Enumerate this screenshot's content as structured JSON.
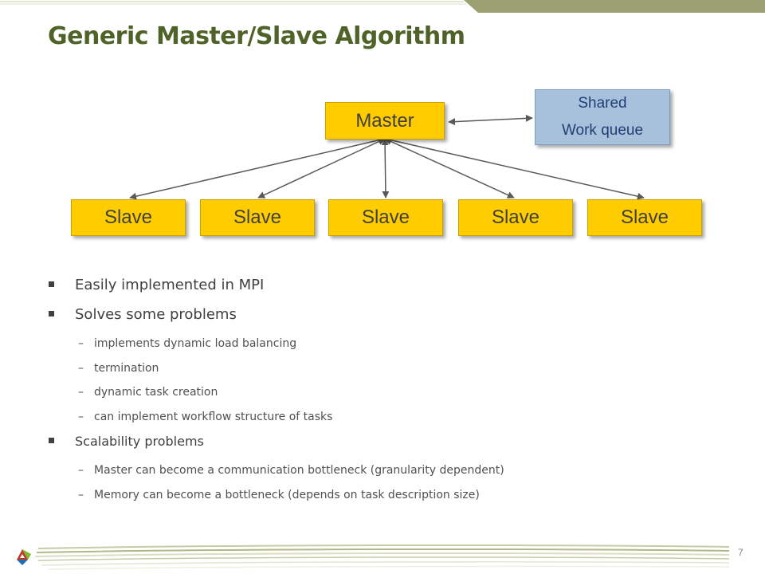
{
  "slide": {
    "title": "Generic Master/Slave Algorithm",
    "page_number": "7"
  },
  "diagram": {
    "master_label": "Master",
    "queue_line1": "Shared",
    "queue_line2": "Work queue",
    "slaves": [
      "Slave",
      "Slave",
      "Slave",
      "Slave",
      "Slave"
    ],
    "colors": {
      "node_fill": "#ffcc00",
      "queue_fill": "#a7c1dd",
      "arrow": "#595959"
    }
  },
  "bullets": [
    {
      "text": "Easily implemented in MPI",
      "sub": []
    },
    {
      "text": "Solves some problems",
      "sub": [
        "implements dynamic load balancing",
        "termination",
        "dynamic task creation",
        "can implement workflow structure of tasks"
      ]
    },
    {
      "text": "Scalability problems",
      "sub": [
        "Master can become a communication bottleneck (granularity dependent)",
        "Memory can become a bottleneck (depends on task description size)"
      ]
    }
  ],
  "theme": {
    "title_color": "#4f6228",
    "band_color": "#9aa070",
    "logo": "argonne-triangle-logo"
  }
}
